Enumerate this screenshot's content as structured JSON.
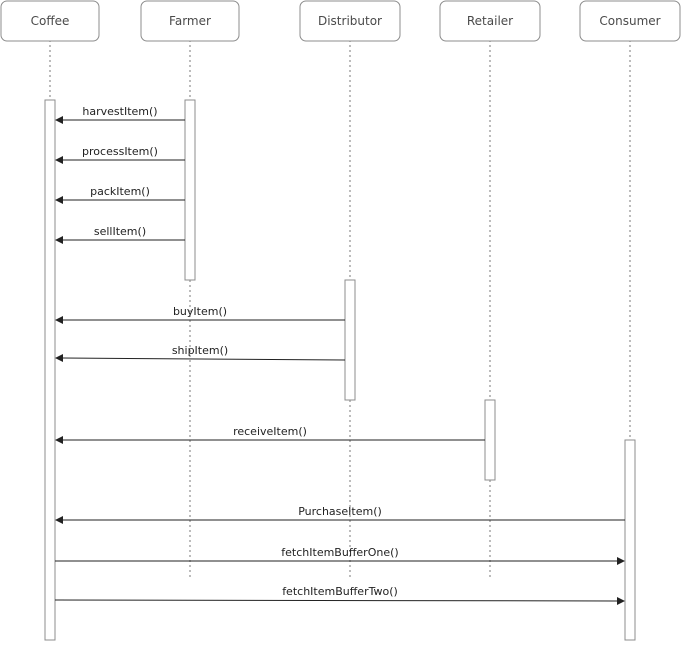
{
  "actors": [
    {
      "id": "coffee",
      "label": "Coffee"
    },
    {
      "id": "farmer",
      "label": "Farmer"
    },
    {
      "id": "distributor",
      "label": "Distributor"
    },
    {
      "id": "retailer",
      "label": "Retailer"
    },
    {
      "id": "consumer",
      "label": "Consumer"
    }
  ],
  "messages": [
    {
      "label": "harvestItem()",
      "from": "farmer",
      "to": "coffee"
    },
    {
      "label": "processItem()",
      "from": "farmer",
      "to": "coffee"
    },
    {
      "label": "packItem()",
      "from": "farmer",
      "to": "coffee"
    },
    {
      "label": "sellItem()",
      "from": "farmer",
      "to": "coffee"
    },
    {
      "label": "buyItem()",
      "from": "distributor",
      "to": "coffee"
    },
    {
      "label": "shipItem()",
      "from": "distributor",
      "to": "coffee"
    },
    {
      "label": "receiveItem()",
      "from": "retailer",
      "to": "coffee"
    },
    {
      "label": "PurchaseItem()",
      "from": "consumer",
      "to": "coffee"
    },
    {
      "label": "fetchItemBufferOne()",
      "from": "coffee",
      "to": "consumer"
    },
    {
      "label": "fetchItemBufferTwo()",
      "from": "coffee",
      "to": "consumer"
    }
  ]
}
